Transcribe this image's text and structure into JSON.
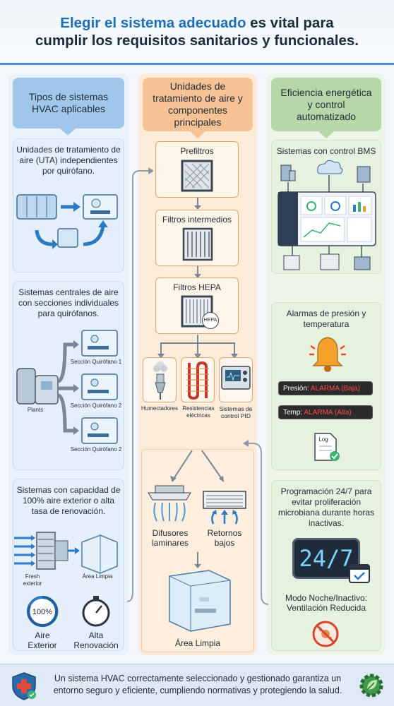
{
  "header": {
    "title_accent": "Elegir el sistema adecuado",
    "title_rest_line1": " es vital para",
    "title_line2": "cumplir los requisitos sanitarios y funcionales."
  },
  "left": {
    "header": "Tipos de sistemas HVAC aplicables",
    "card1_title": "Unidades de tratamiento de aire (UTA) independientes por quirófano.",
    "card2_title": "Sistemas centrales de aire con secciones individuales para quirófanos.",
    "card2_labels": {
      "plants": "Plants",
      "section1": "Sección Quirófano 1",
      "section2a": "Sección Quirófano 2",
      "section2b": "Sección Quirófano 2"
    },
    "card3_title": "Sistemas con capacidad de 100% aire exterior o alta tasa de renovación.",
    "card3_labels": {
      "fresh": "Fresh exterior",
      "clean_area": "Área Limpia",
      "gauge_value": "100%",
      "outdoor_air": "Aire Exterior",
      "high_renewal": "Alta Renovación"
    }
  },
  "middle": {
    "header": "Unidades de tratamiento de aire y componentes principales",
    "prefilters": "Prefiltros",
    "intermediate_filters": "Filtros intermedios",
    "hepa_filters": "Filtros HEPA",
    "hepa_badge": "HEPA",
    "humidifiers": "Humectadores",
    "electric_resistances": "Resistencias eléctricas",
    "pid_systems": "Sistemas de control PID",
    "laminar_diffusers": "Difusores laminares",
    "low_returns": "Retornos bajos",
    "clean_area": "Área Limpia"
  },
  "right": {
    "header": "Eficiencia energética y control automatizado",
    "bms_title": "Sistemas con control BMS",
    "alarms_title": "Alarmas de presión y temperatura",
    "pressure_label": "Presión:",
    "pressure_value": "ALARMA (Baja)",
    "temp_label": "Temp:",
    "temp_value": "ALARMA (Alta)",
    "log_label": "Log",
    "schedule_title": "Programación 24/7 para evitar proliferación microbiana durante horas inactivas.",
    "clock_value": "24/7",
    "night_mode": "Modo Noche/Inactivo: Ventilación Reducida"
  },
  "footer": {
    "text": "Un sistema HVAC correctamente seleccionado y gestionado garantiza un entorno seguro y eficiente, cumpliendo normativas y protegiendo la salud."
  },
  "colors": {
    "accent_blue": "#1f6fb8",
    "blue_header": "#9fc7ea",
    "orange_header": "#f7c394",
    "green_header": "#b7d7a8",
    "alarm_red": "#ff4a4a"
  }
}
